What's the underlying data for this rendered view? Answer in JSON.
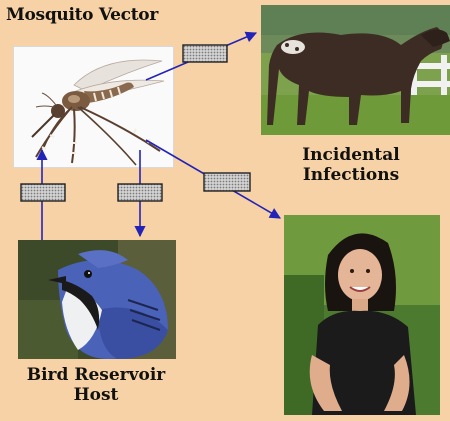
{
  "labels": {
    "mosquito_vector": "Mosquito Vector",
    "incidental_line1": "Incidental",
    "incidental_line2": "Infections",
    "bird_line1": "Bird Reservoir",
    "bird_line2": "Host"
  },
  "icons": {
    "mosquito": "mosquito-image",
    "horse": "horse-image",
    "bird": "blue-jay-image",
    "person": "woman-image",
    "virus_box": "virus-particle-icon"
  },
  "colors": {
    "background": "#f6d2a6",
    "arrow": "#2323b8",
    "virus_fill": "#c8c8c8"
  }
}
